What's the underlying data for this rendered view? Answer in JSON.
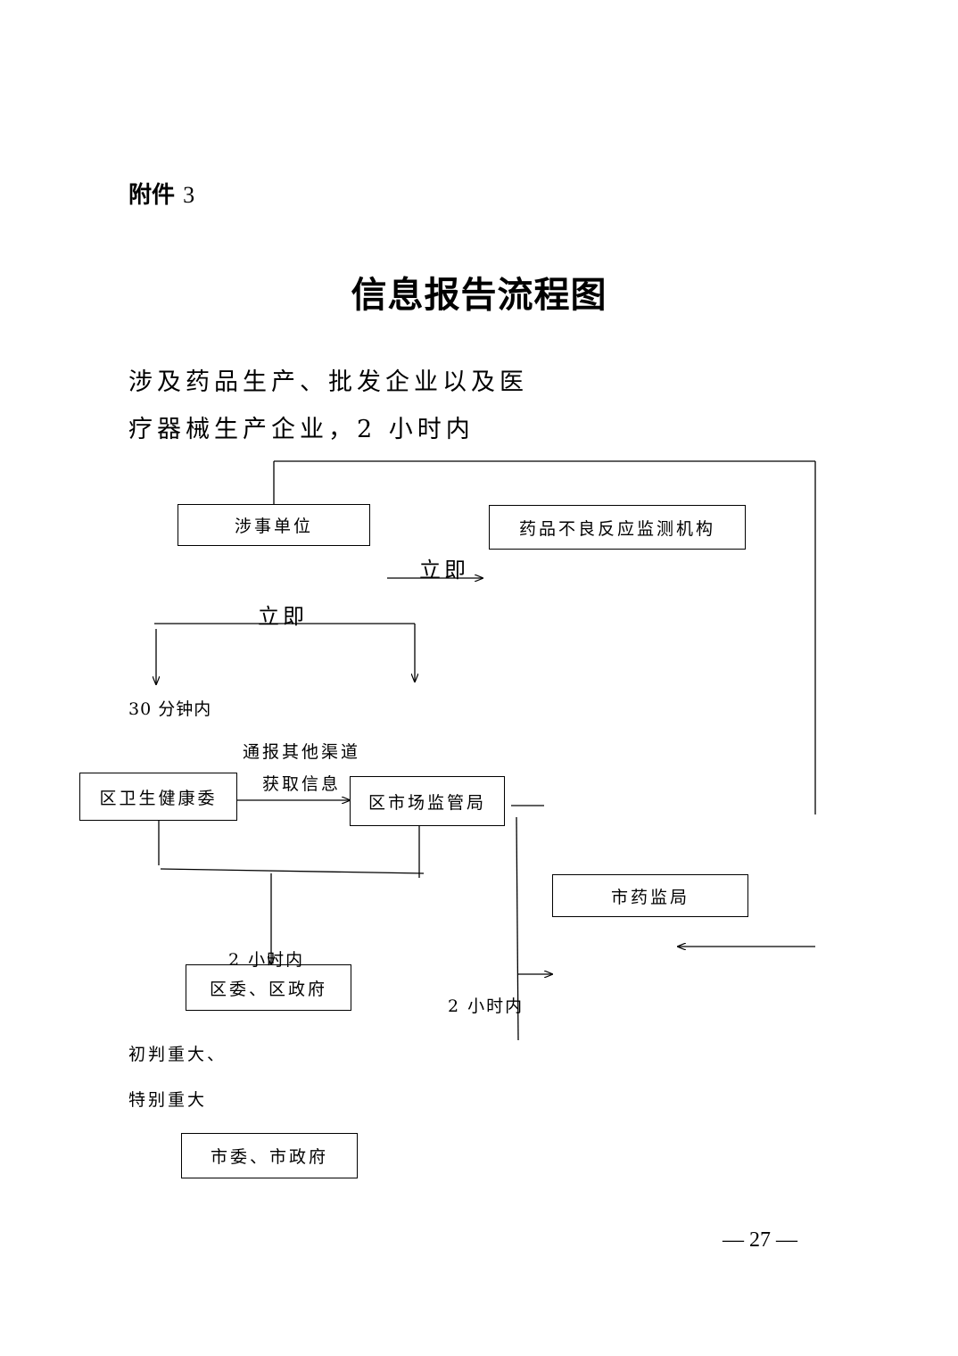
{
  "header": {
    "attachment_label": "附件",
    "attachment_number": "3"
  },
  "title": "信息报告流程图",
  "intro": {
    "line1": "涉及药品生产、批发企业以及医",
    "line2": "疗器械生产企业，2 小时内"
  },
  "nodes": {
    "involved_unit": "涉事单位",
    "adr_monitoring": "药品不良反应监测机构",
    "district_health": "区卫生健康委",
    "district_market": "区市场监管局",
    "city_drug_admin": "市药监局",
    "district_committee_gov": "区委、区政府",
    "city_committee_gov": "市委、市政府"
  },
  "labels": {
    "immediately_1": "立即",
    "immediately_2": "立即",
    "within_30_min": "30 分钟内",
    "notify_other_line1": "通报其他渠道",
    "notify_other_line2": "获取信息",
    "within_2h_left": "2 小时内",
    "within_2h_right": "2 小时内",
    "major_line1": "初判重大、",
    "major_line2": "特别重大"
  },
  "footer": {
    "page_number": "— 27 —"
  }
}
